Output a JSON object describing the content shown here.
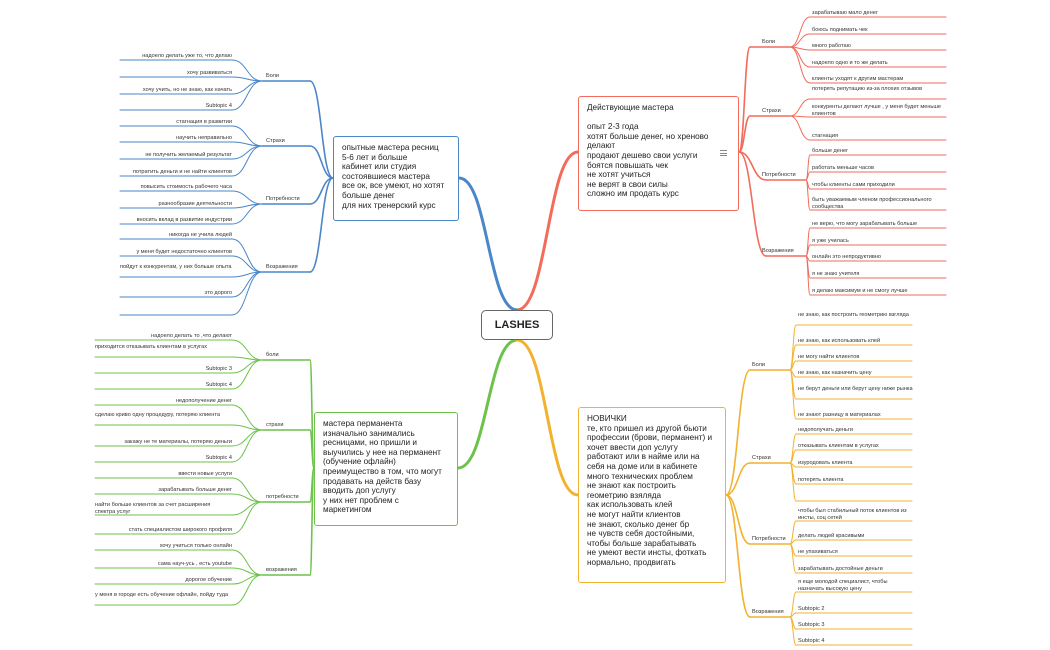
{
  "center": "LASHES",
  "colors": {
    "red": "#f26b5b",
    "blue": "#4a86c8",
    "green": "#6cc24a",
    "orange": "#f2b230"
  },
  "branches": {
    "red": {
      "text": "Действующие мастера\n\nопыт 2-3 года\nхотят больше денег, но хреново делают\nпродают дешево свои услуги\nбоятся повышать чек\nне хотят учиться\nне верят в свои силы\nсложно им продать курс",
      "note_icon": "notes-icon",
      "groups": [
        {
          "label": "Боли",
          "items": [
            "зарабатываю мало денег",
            "боюсь поднимать чек",
            "много работаю",
            "надоело одно и то же делать",
            "клиенты уходят к другим мастерам"
          ]
        },
        {
          "label": "Страхи",
          "items": [
            "потерять репутацию из-за плохих отзывов",
            "конкуренты делают лучше , у меня будет меньше клиентов",
            "стагнация"
          ]
        },
        {
          "label": "Потребности",
          "items": [
            "больше денег",
            "работать меньше часов",
            "чтобы клиенты сами приходили",
            "быть уважаемым членом профессионального сообщества"
          ]
        },
        {
          "label": "Возражения",
          "items": [
            "не верю, что могу зарабатывать больше",
            "я уже училась",
            "онлайн это непродуктивно",
            "я не знаю учителя",
            "я делаю максимум и не смогу лучше"
          ]
        }
      ]
    },
    "blue": {
      "text": "опытные мастера ресниц\n5-6 лет и больше\nкабинет или студия\nсостоявшиеся мастера\nвсе ок, все умеют, но хотят больше денег\nдля них тренерский курс",
      "groups": [
        {
          "label": "Боли",
          "items": [
            "надоело делать уже то, что делаю",
            "хочу развиваться",
            "хочу учить, но не знаю, как начать",
            "Subtopic 4"
          ]
        },
        {
          "label": "Страхи",
          "items": [
            "стагнация в развитии",
            "научить неправильно",
            "не получить желаемый результат",
            "потратить деньги и не найти клиентов"
          ]
        },
        {
          "label": "Потребности",
          "items": [
            "повысить стоимость рабочего часа",
            "разнообразие деятельности",
            "вносить вклад в развитие индустрии"
          ]
        },
        {
          "label": "Возражения",
          "items": [
            "никогда не учила людей",
            "у меня будет недостаточно клиентов",
            "пойдут к конкурентам, у них больше опыта",
            "это дорого",
            ""
          ]
        }
      ]
    },
    "green": {
      "text": "мастера перманента\nизначально занимались ресницами, но пришли и выучились у нее на перманент (обучение офлайн)\nпреимущество в том, что могут продавать на действ базу\nвводить доп услугу\nу них нет проблем с маркетингом",
      "groups": [
        {
          "label": "боли",
          "items": [
            "надоело делать то ,что делают",
            "приходится отказывать клиентам в услугах",
            "Subtopic 3",
            "Subtopic 4"
          ]
        },
        {
          "label": "страхи",
          "items": [
            "недополучение денег",
            "сделаю криво одну процедуру, потеряю клиента",
            "закажу не те материалы, потеряю деньги",
            "Subtopic 4"
          ]
        },
        {
          "label": "потребности",
          "items": [
            "ввести новые услуги",
            "зарабатывать больше денег",
            "найти больше клиентов за счет расширения спектра услуг",
            "стать специалистом широкого профиля"
          ]
        },
        {
          "label": "возражения",
          "items": [
            "хочу учиться только онлайн",
            "сама науч-усь , есть youtube",
            "дорогое обучение",
            "у меня в городе есть обучение офлайн, пойду туда"
          ]
        }
      ]
    },
    "orange": {
      "text": "НОВИЧКИ\nте, кто пришел из другой бьюти профессии (брови, перманент) и хочет ввести доп услугу\nработают или в найме или на себя на доме или в кабинете\nмного технических проблем\nне знают как построить геометрию взяляда\nкак использовать клей\nне могут найти клиентов\nне знают, сколько денег бр\nне чувств себя достойными, чтобы больше зарабатывать\nне умеют вести инсты, фоткать нормально, продвигать",
      "groups": [
        {
          "label": "Боли",
          "items": [
            "не знаю, как построить геометрию взгляда",
            "не знаю, как использовать клей",
            "не могу найти клиентов",
            "не знаю, как назначить цену",
            "не берут деньги или берут цену ниже рынка",
            "не знают разницу в материалах"
          ]
        },
        {
          "label": "Страхи",
          "items": [
            "недополучать деньги",
            "отказывать клиентам в услугах",
            "изуродовать клиента",
            "потерять клиента",
            ""
          ]
        },
        {
          "label": "Потребности",
          "items": [
            "чтобы был стабильный поток клиентов из инсты, соц сетей",
            "делать людей красивыми",
            "не упахиваться",
            "зарабатывать достойные деньги"
          ]
        },
        {
          "label": "Возражения",
          "items": [
            "я еще молодой специалист, чтобы назначать высокую цену",
            "Subtopic 2",
            "Subtopic 3",
            "Subtopic 4"
          ]
        }
      ]
    }
  }
}
